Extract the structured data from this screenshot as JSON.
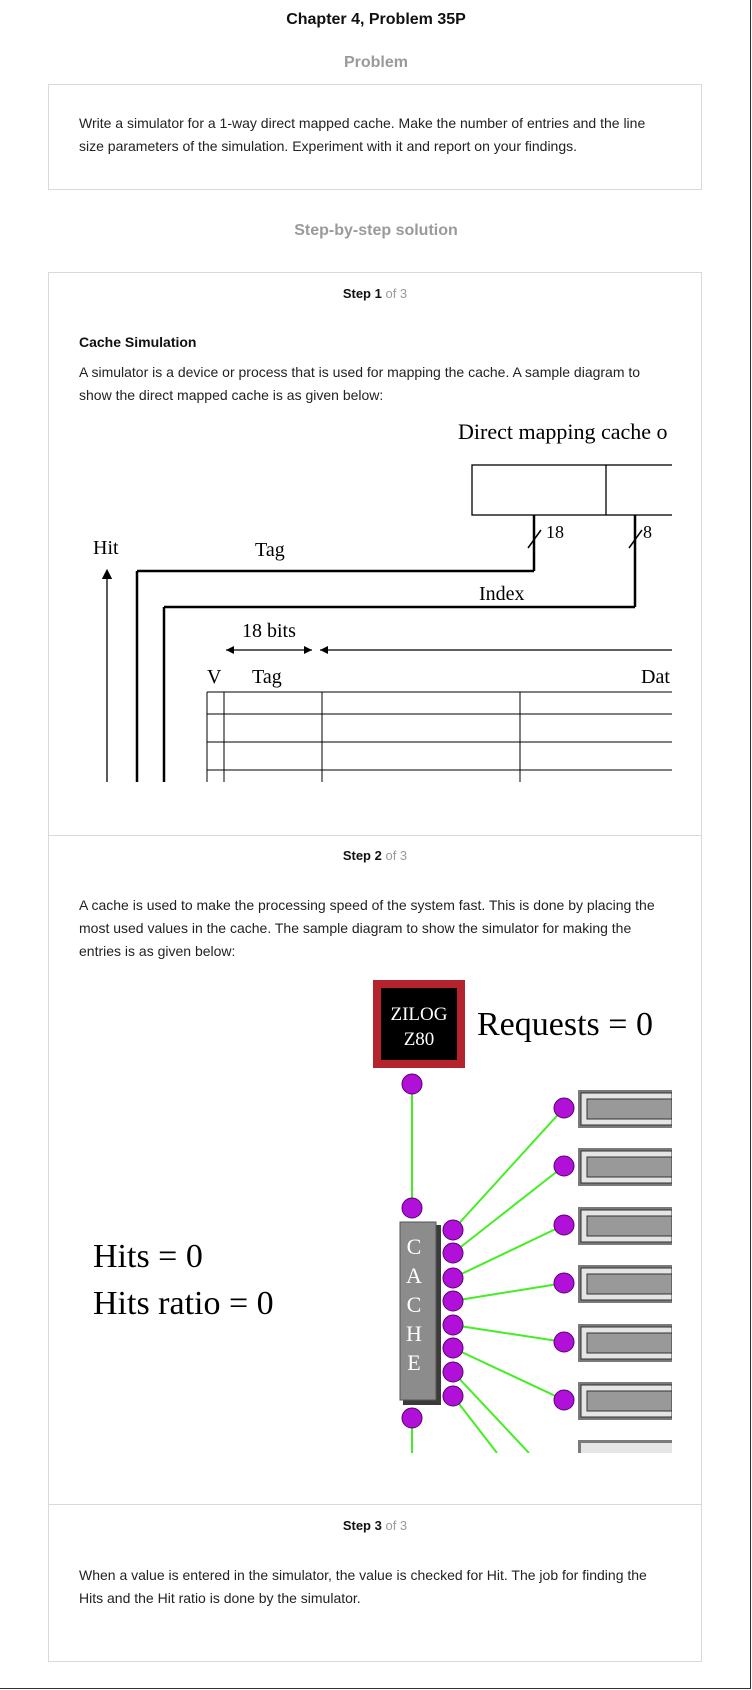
{
  "title": "Chapter 4, Problem 35P",
  "problem": {
    "heading": "Problem",
    "text": "Write a simulator for a 1-way direct mapped cache. Make the number of entries and the line size parameters of the simulation. Experiment with it and report on your findings."
  },
  "solution_heading": "Step-by-step solution",
  "steps": [
    {
      "label": "Step 1",
      "of": "of 3",
      "subheading": "Cache Simulation",
      "text": "A simulator is a device or process that is used for mapping the cache. A sample diagram to show the direct mapped cache is as given below:",
      "figure": {
        "title": "Direct mapping cache o",
        "hit": "Hit",
        "tag": "Tag",
        "index": "Index",
        "bits_18": "18",
        "bits_8": "8",
        "tag_bits": "18 bits",
        "col_v": "V",
        "col_tag": "Tag",
        "col_data": "Dat"
      }
    },
    {
      "label": "Step 2",
      "of": "of 3",
      "text": "A cache is used to make the processing speed of the system fast. This is done by placing the most used values in the cache. The sample diagram to show the simulator for making the entries is as given below:",
      "figure": {
        "cpu_line1": "ZILOG",
        "cpu_line2": "Z80",
        "requests": "Requests = 0",
        "hits": "Hits = 0",
        "hits_ratio": "Hits ratio = 0",
        "cache_letters": [
          "C",
          "A",
          "C",
          "H",
          "E"
        ]
      }
    },
    {
      "label": "Step 3",
      "of": "of 3",
      "text": "When a value is entered in the simulator, the value is checked for Hit. The job for finding the Hits and the Hit ratio is done by the simulator."
    }
  ]
}
